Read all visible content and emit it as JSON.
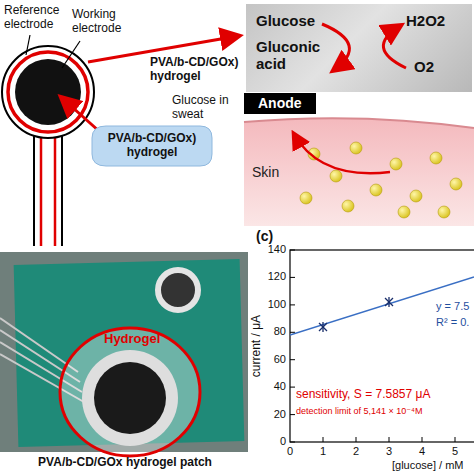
{
  "diagram": {
    "nodes": [
      {
        "text": [
          "Glucose",
          "Gluconic acid",
          "H2O2",
          "O2"
        ]
      },
      {
        "text": [
          "PVA/b-CD/GOx) hydrogel"
        ]
      },
      {
        "text": [
          "Anode"
        ]
      },
      {
        "text": [
          "Skin"
        ]
      }
    ],
    "labels": [
      "Reference electrode",
      "Working electrode",
      "PVA/b-CD/GOx) hydrogel",
      "Glucose in sweat",
      "Hydrogel",
      "PVA/b-CD/GOx hydrogel patch",
      "(c)",
      "current / μA",
      "140",
      "120",
      "100",
      "80",
      "60",
      "40",
      "20",
      "0",
      "0",
      "1",
      "2",
      "3",
      "4",
      "5",
      "[glucose] / mM",
      "y = 7.5",
      "R² = 0.",
      "sensitivity, S = 7.5857 μA",
      "detection limit of 5,141 × 10⁻⁴M"
    ]
  }
}
